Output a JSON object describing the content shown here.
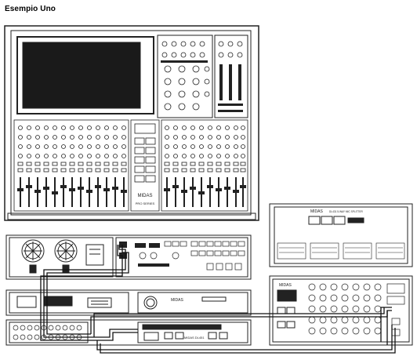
{
  "title": "Esempio Uno",
  "labels": {
    "console_brand": "MIDAS",
    "console_model": "PRO SERIES",
    "stagebox_brand": "MIDAS",
    "stagebox_small_text": "DL431 5-WAY MIC SPLITTER",
    "stagebox2_brand": "MIDAS",
    "rack_unit_text": "MIDAS",
    "rack_unit2_text": "MIDAS DL451"
  },
  "colors": {
    "line": "#222222",
    "screen": "#1a1a1a",
    "panel": "#ffffff"
  }
}
